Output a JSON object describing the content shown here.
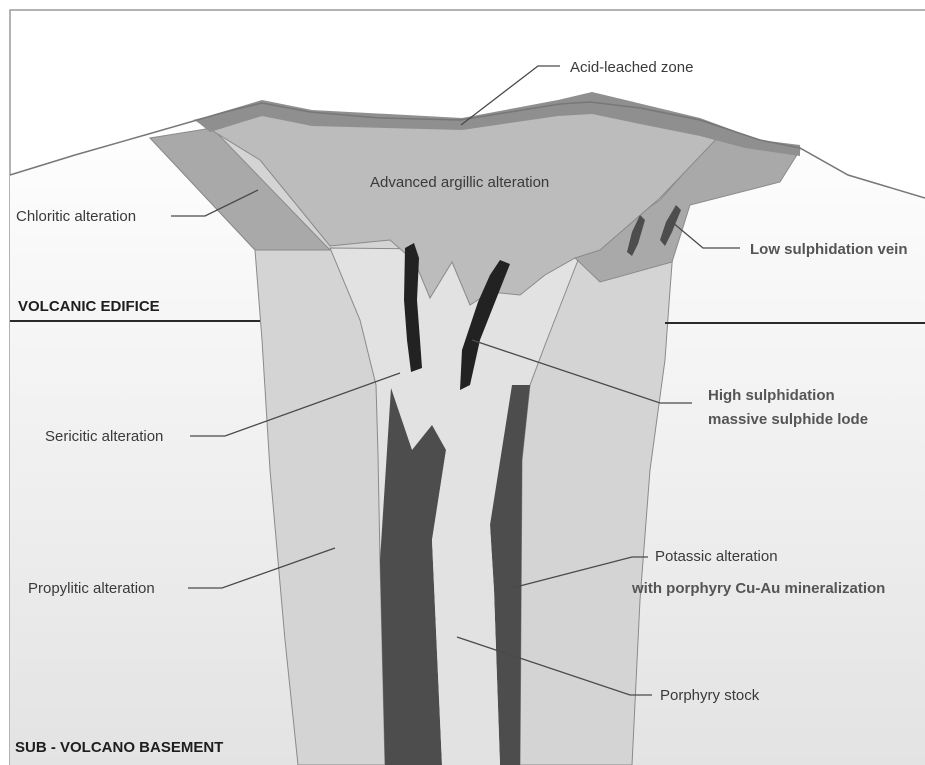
{
  "labels": {
    "acid_leached": "Acid-leached zone",
    "advanced_argillic": "Advanced argillic alteration",
    "chloritic": "Chloritic alteration",
    "low_sulphidation": "Low sulphidation vein",
    "volcanic_edifice": "VOLCANIC EDIFICE",
    "high_sulphidation_line1": "High sulphidation",
    "high_sulphidation_line2": "massive sulphide lode",
    "sericitic": "Sericitic alteration",
    "potassic_line1": "Potassic alteration",
    "potassic_line2": "with porphyry Cu-Au mineralization",
    "propylitic": "Propylitic alteration",
    "porphyry_stock": "Porphyry stock",
    "sub_volcano_basement": "SUB - VOLCANO BASEMENT"
  },
  "colors": {
    "background": "#ffffff",
    "basement_top": "#ffffff",
    "basement_bottom": "#e3e3e3",
    "propylitic": "#d4d4d4",
    "sericitic": "#e2e2e2",
    "advanced_argillic": "#bcbcbc",
    "chloritic": "#a9a9a9",
    "acid_leached": "#8f8f8f",
    "potassic": "#4d4d4d",
    "lode": "#222222",
    "outline": "#777777",
    "horizon_line": "#2a2a2a"
  }
}
